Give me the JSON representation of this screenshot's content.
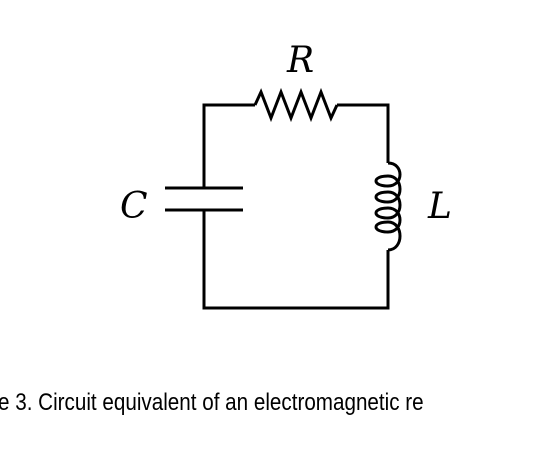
{
  "diagram": {
    "type": "circuit",
    "components": [
      {
        "id": "resistor",
        "symbol": "resistor",
        "label": "R"
      },
      {
        "id": "capacitor",
        "symbol": "capacitor",
        "label": "C"
      },
      {
        "id": "inductor",
        "symbol": "inductor",
        "label": "L"
      }
    ],
    "line_color": "#000000"
  },
  "caption": "e 3. Circuit equivalent of an electromagnetic re"
}
